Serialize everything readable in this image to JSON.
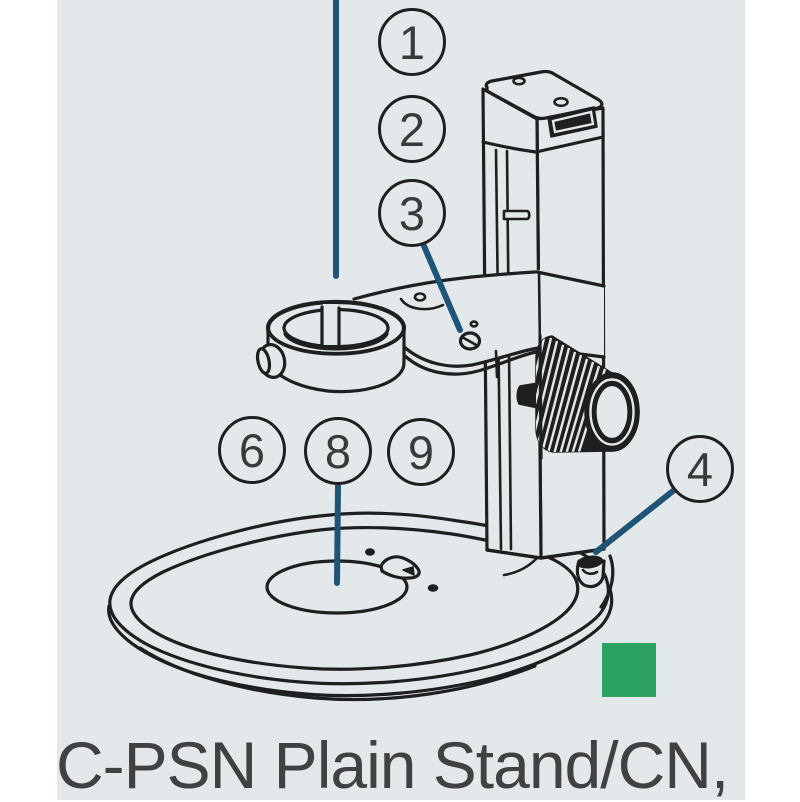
{
  "diagram": {
    "type": "product-line-drawing",
    "subject": "Microscope plain stand: focusing column with head, ring holder arm, knurled focus knob, clamp lever and base plate with stage insert",
    "caption": "C-PSN Plain Stand/CN,",
    "callouts": [
      {
        "label": "1"
      },
      {
        "label": "2"
      },
      {
        "label": "3"
      },
      {
        "label": "4"
      },
      {
        "label": "6"
      },
      {
        "label": "8"
      },
      {
        "label": "9"
      }
    ],
    "legend": {
      "availability_marker": "green-square"
    },
    "colors": {
      "panel_background": "#e3e8ea",
      "line_art": "#1f1f1f",
      "leader_line": "#1d5477",
      "availability_marker": "#2ba261",
      "caption_text": "#414141"
    }
  }
}
